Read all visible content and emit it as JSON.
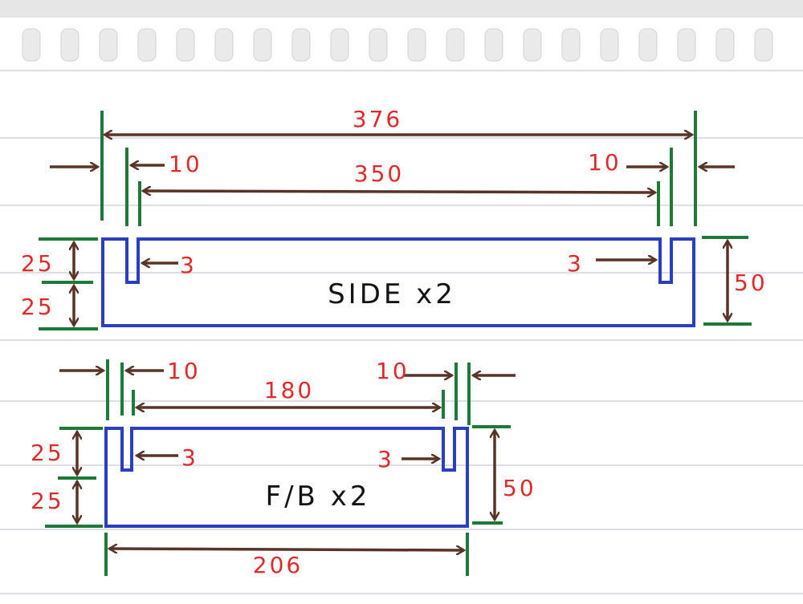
{
  "side": {
    "overall": "376",
    "inner": "350",
    "slot_left": "10",
    "slot_right": "10",
    "depth_left": "3",
    "depth_right": "3",
    "height_top": "25",
    "height_bottom": "25",
    "height": "50",
    "label": "SIDE x2"
  },
  "fb": {
    "slot_left": "10",
    "inner": "180",
    "slot_right": "10",
    "depth_left": "3",
    "depth_right": "3",
    "height_top": "25",
    "height_bottom": "25",
    "height": "50",
    "label": "F/B x2",
    "overall": "206"
  },
  "colors": {
    "outline": "#2a3fc0",
    "extension": "#1f7a3a",
    "arrow": "#5a3326",
    "dimension_text": "#e02a2a",
    "label_text": "#141414"
  }
}
